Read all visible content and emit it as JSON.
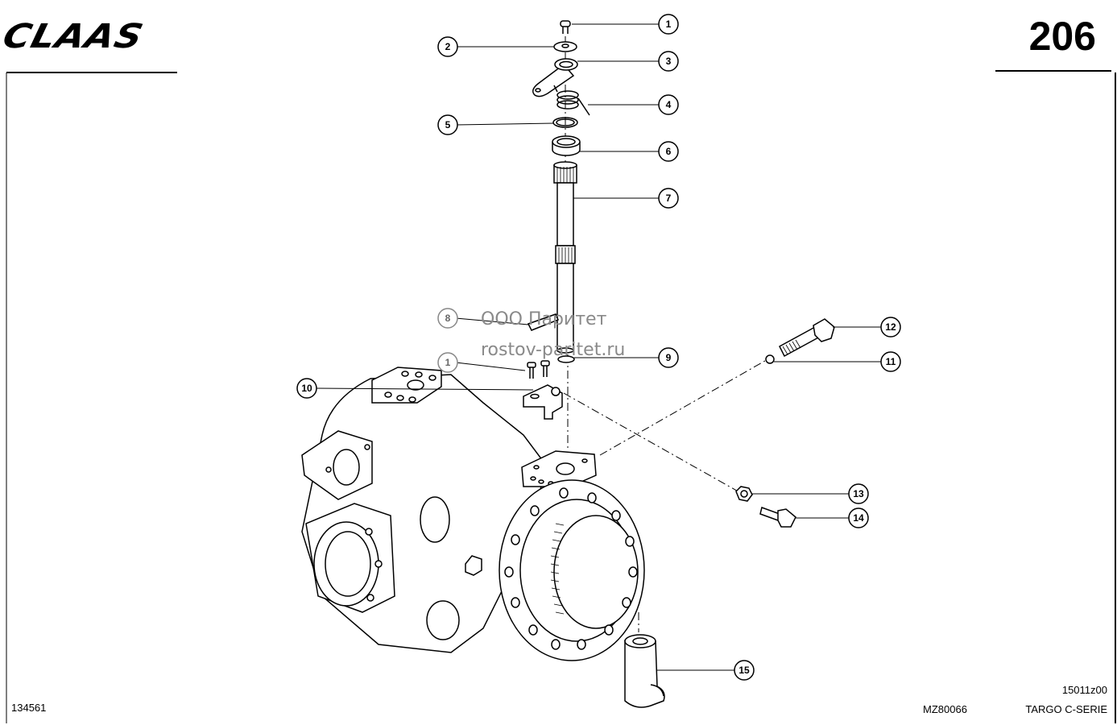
{
  "header": {
    "brand": "CLAAS",
    "page_number": "206"
  },
  "footer": {
    "left_code": "134561",
    "center_code": "MZ80066",
    "right_code_top": "15011z00",
    "right_code_bottom": "TARGO C-SERIE"
  },
  "watermark": {
    "line1": "ООО Паритет",
    "line2": "rostov-paritet.ru"
  },
  "callouts": [
    "1",
    "2",
    "3",
    "4",
    "5",
    "6",
    "7",
    "8",
    "1",
    "9",
    "10",
    "11",
    "12",
    "13",
    "14",
    "15"
  ],
  "colors": {
    "ink": "#000000",
    "watermark": "#8a8a8a",
    "background": "#ffffff"
  }
}
